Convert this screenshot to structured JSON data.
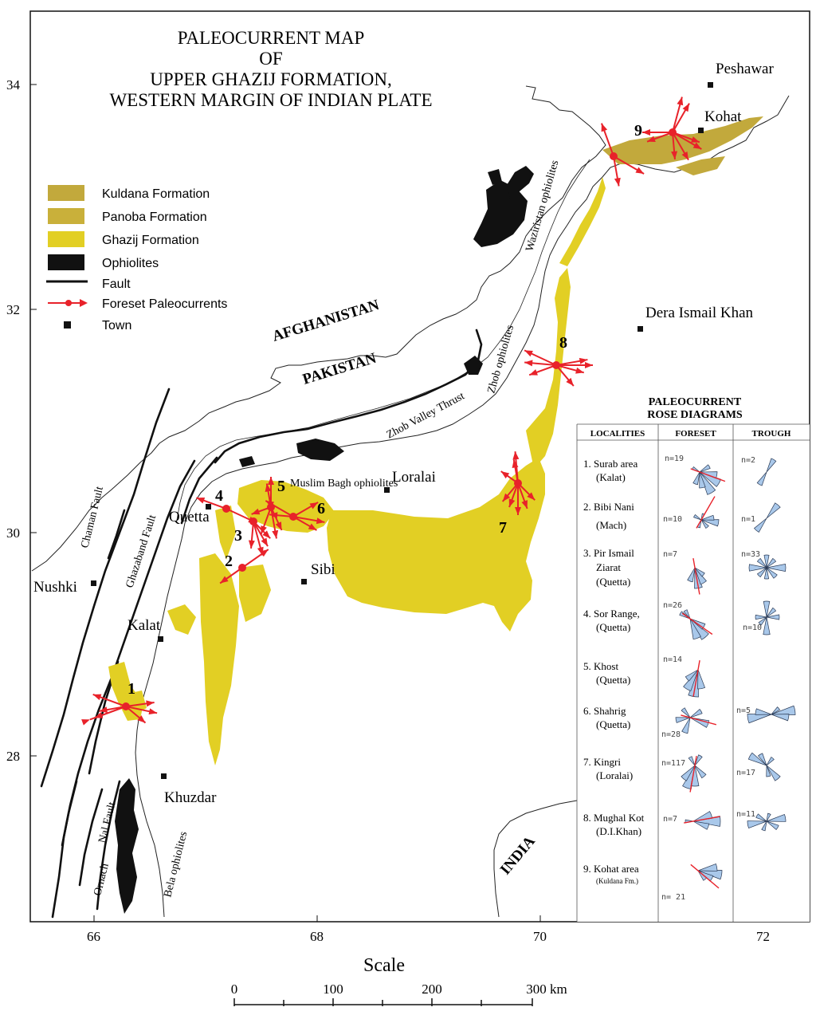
{
  "title": [
    "PALEOCURRENT MAP",
    "OF",
    "UPPER GHAZIJ FORMATION,",
    "WESTERN MARGIN OF INDIAN PLATE"
  ],
  "legend": [
    {
      "label": "Kuldana Formation",
      "color": "#c2a93c",
      "icon": "swatch"
    },
    {
      "label": "Panoba Formation",
      "color": "#c9b03a",
      "icon": "swatch"
    },
    {
      "label": "Ghazij Formation",
      "color": "#e2cf24",
      "icon": "swatch"
    },
    {
      "label": "Ophiolites",
      "color": "#111111",
      "icon": "swatch"
    },
    {
      "label": "Fault",
      "color": "#111111",
      "icon": "line"
    },
    {
      "label": "Foreset Paleocurrents",
      "color": "#e8222a",
      "icon": "arrow"
    },
    {
      "label": "Town",
      "color": "#111111",
      "icon": "square"
    }
  ],
  "lat_labels": [
    "34",
    "32",
    "30",
    "28"
  ],
  "lon_labels": [
    "66",
    "68",
    "70",
    "72"
  ],
  "countries": [
    "AFGHANISTAN",
    "PAKISTAN",
    "INDIA"
  ],
  "towns": [
    "Peshawar",
    "Kohat",
    "Dera Ismail Khan",
    "Loralai",
    "Quetta",
    "Sibi",
    "Nushki",
    "Kalat",
    "Khuzdar"
  ],
  "structures": [
    "Chaman Fault",
    "Ghazaband Fault",
    "Zhob Valley Thrust",
    "Ornach",
    "Nal Fault"
  ],
  "ophiolite_labels": [
    "Waziristan ophiolites",
    "Zhob ophiolites",
    "Muslim Bagh ophiolites",
    "Bela ophiolites"
  ],
  "localities_on_map": [
    "1",
    "2",
    "3",
    "4",
    "5",
    "6",
    "7",
    "8",
    "9"
  ],
  "rose_panel": {
    "title_line1": "PALEOCURRENT",
    "title_line2": "ROSE DIAGRAMS",
    "headers": [
      "LOCALITIES",
      "FORESET",
      "TROUGH"
    ],
    "rows": [
      {
        "locality": [
          "1. Surab area",
          "(Kalat)"
        ],
        "foreset_n": "n=19",
        "trough_n": "n=2"
      },
      {
        "locality": [
          "2. Bibi Nani",
          "(Mach)"
        ],
        "foreset_n": "n=10",
        "trough_n": "n=1"
      },
      {
        "locality": [
          "3. Pir Ismail",
          "Ziarat",
          "(Quetta)"
        ],
        "foreset_n": "n=7",
        "trough_n": "n=33"
      },
      {
        "locality": [
          "4. Sor Range,",
          "(Quetta)"
        ],
        "foreset_n": "n=26",
        "trough_n": "n=10"
      },
      {
        "locality": [
          "5. Khost",
          "(Quetta)"
        ],
        "foreset_n": "n=14",
        "trough_n": ""
      },
      {
        "locality": [
          "6. Shahrig",
          "(Quetta)"
        ],
        "foreset_n": "n=28",
        "trough_n": "n=5"
      },
      {
        "locality": [
          "7. Kingri",
          "(Loralai)"
        ],
        "foreset_n": "n=117",
        "trough_n": "n=17"
      },
      {
        "locality": [
          "8. Mughal Kot",
          "(D.I.Khan)"
        ],
        "foreset_n": "n=7",
        "trough_n": "n=11"
      },
      {
        "locality": [
          "9. Kohat area",
          "(Kuldana Fm.)"
        ],
        "foreset_n": "n= 21",
        "trough_n": ""
      }
    ]
  },
  "scale": {
    "title": "Scale",
    "ticks": [
      "0",
      "100",
      "200",
      "300 km"
    ]
  },
  "colors": {
    "arrow": "#e8222a",
    "ghazij": "#e2cf24",
    "kuldana": "#c2a93c",
    "rose_fill": "#a9c8ea",
    "rose_stroke": "#2a3a55",
    "ophiolite": "#111111"
  }
}
